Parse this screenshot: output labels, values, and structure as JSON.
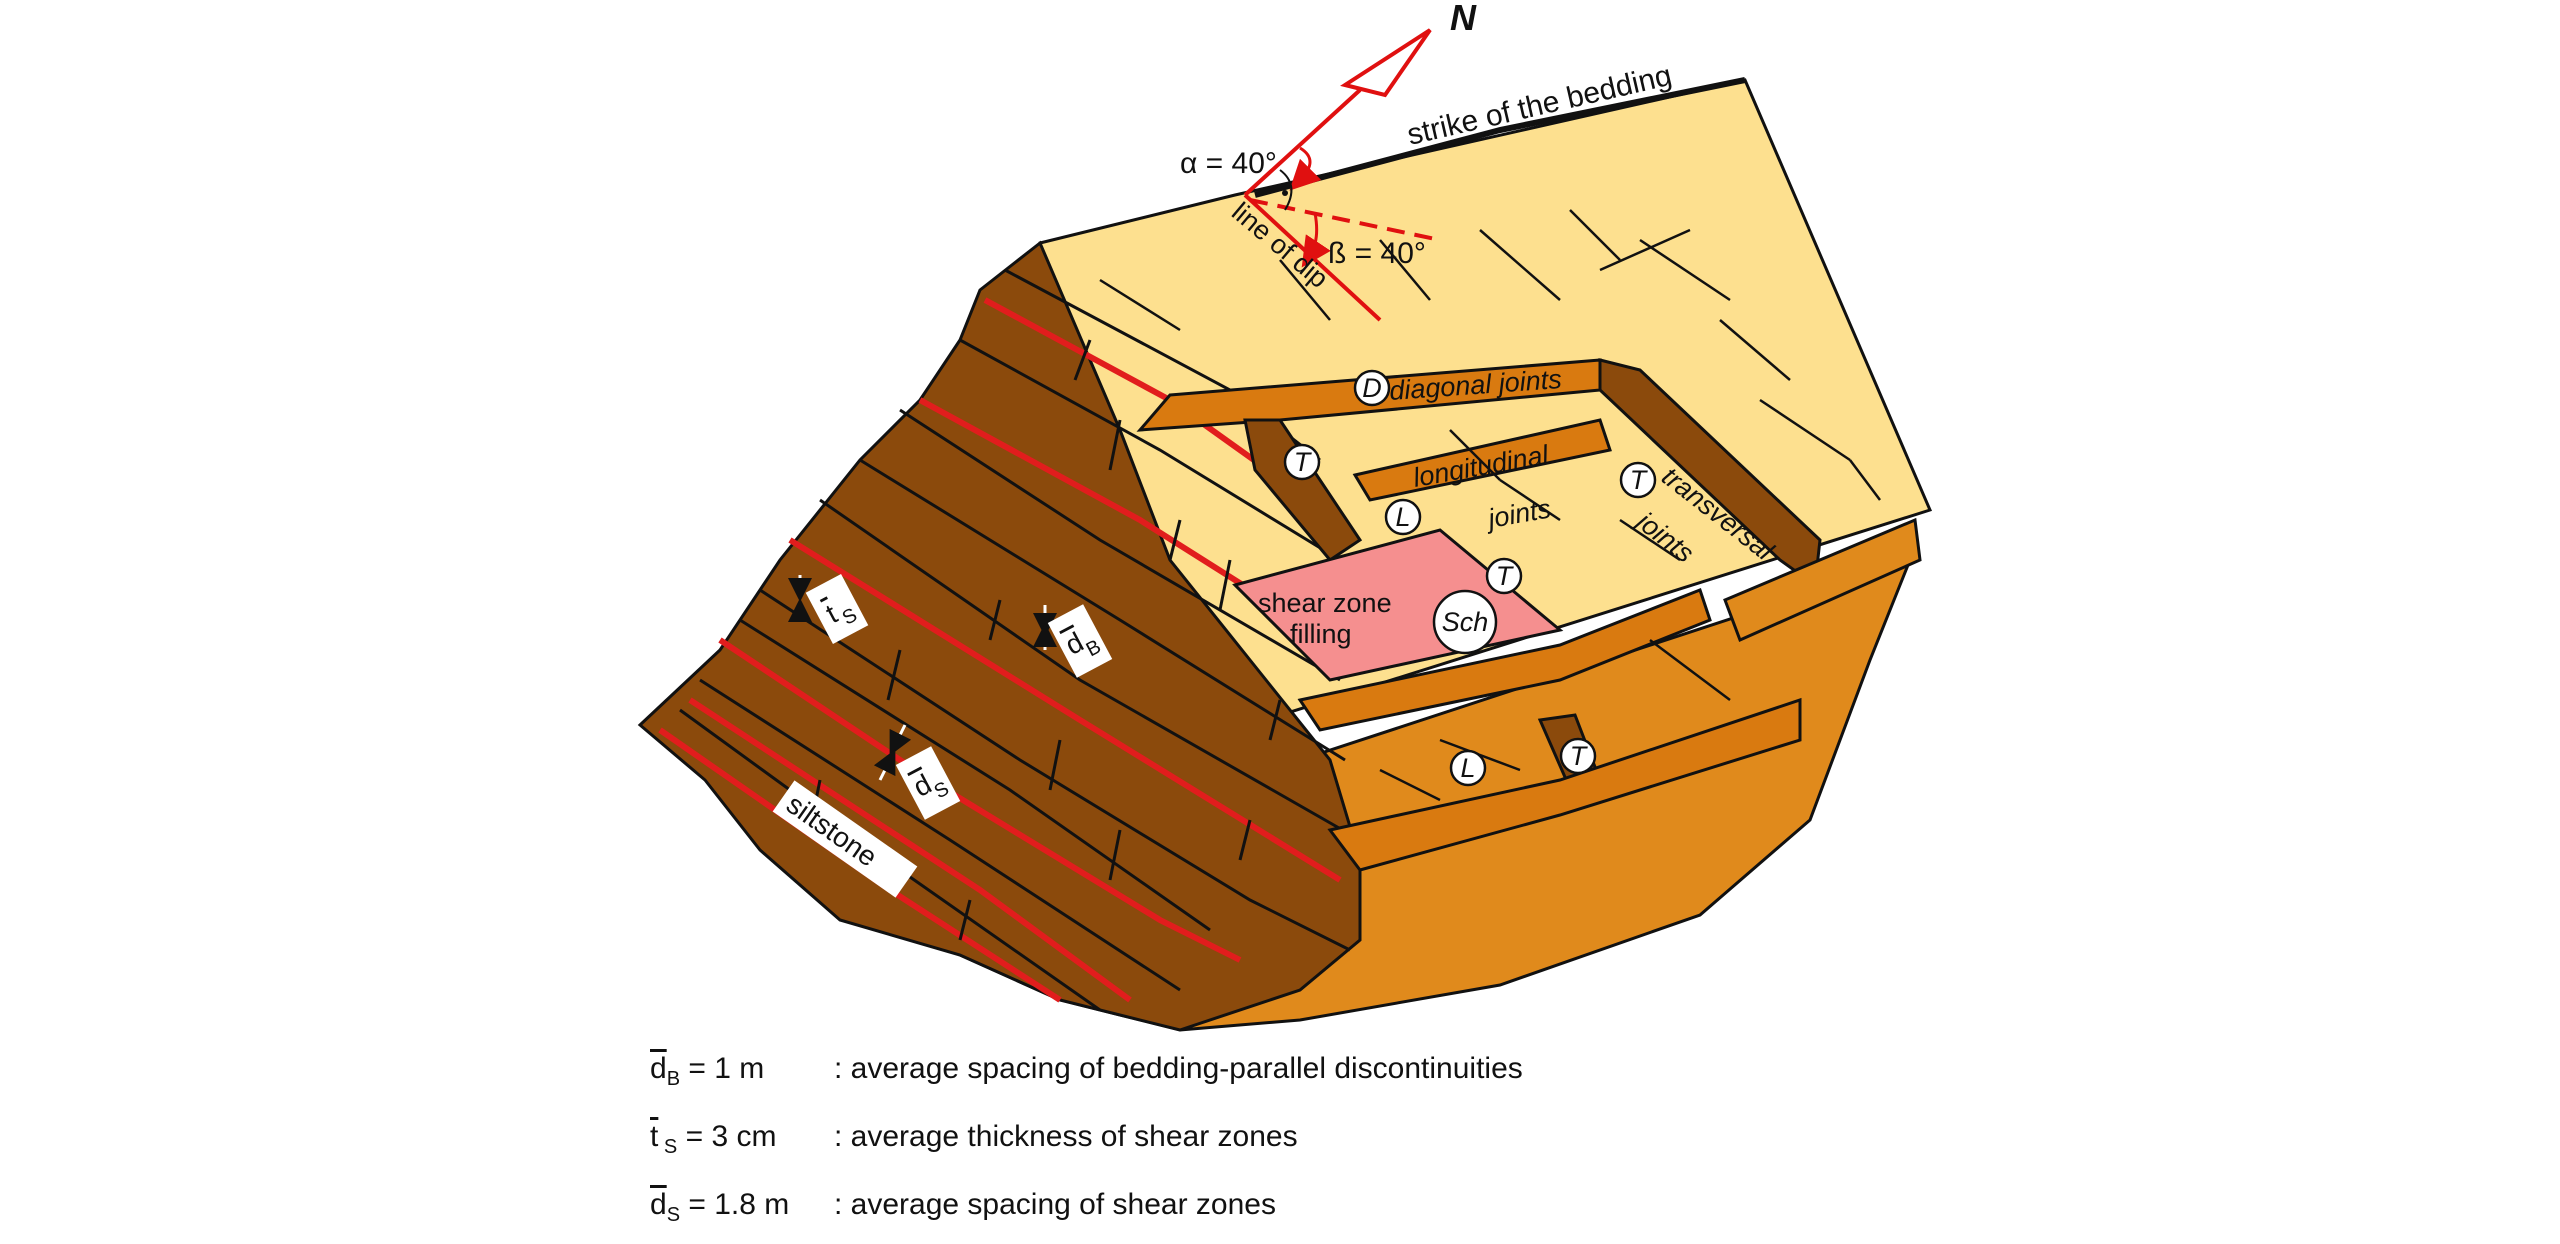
{
  "figure": {
    "labels": {
      "north": "N",
      "alpha": "α = 40°",
      "beta": "ß = 40°",
      "strike": "strike of the bedding",
      "dip": "line of dip",
      "diagonal_joints": "diagonal joints",
      "longitudinal_joints_1": "longitudinal",
      "longitudinal_joints_2": "joints",
      "transversal_joints_1": "transversal",
      "transversal_joints_2": "joints",
      "shear_zone_1": "shear zone",
      "shear_zone_2": "filling",
      "siltstone": "siltstone",
      "ts": "t",
      "ts_sub": "S",
      "db": "d",
      "db_sub": "B",
      "ds": "d",
      "ds_sub": "S"
    },
    "markers": {
      "D": "D",
      "T": "T",
      "L": "L",
      "Sch": "Sch"
    }
  },
  "legend": [
    {
      "sym": "d",
      "sub": "B",
      "value": " = 1 m",
      "text": ": average spacing of bedding-parallel discontinuities"
    },
    {
      "sym": "t",
      "sub": " S",
      "value": " = 3 cm",
      "text": ": average thickness of shear zones"
    },
    {
      "sym": "d",
      "sub": "S",
      "value": " = 1.8 m",
      "text": ": average spacing of shear zones"
    }
  ],
  "colors": {
    "bedding_top": "#FDE08F",
    "rock_dark": "#8B4A0C",
    "rock_mid": "#D97A10",
    "shear_zone": "#F58F8F",
    "shear_band": "#E11D1D",
    "arrow": "#E01010"
  }
}
